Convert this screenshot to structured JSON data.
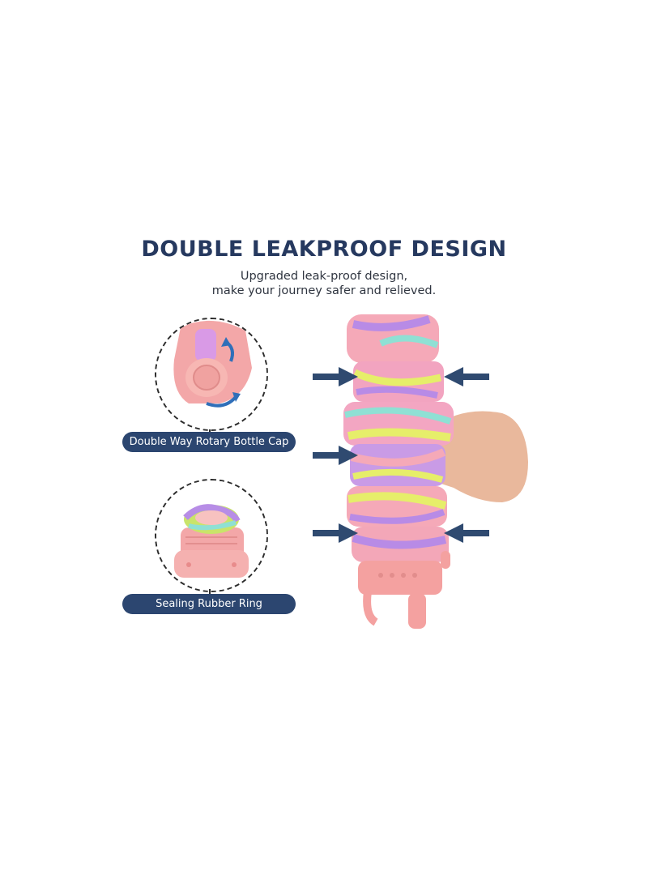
{
  "header": {
    "title": "DOUBLE LEAKPROOF DESIGN",
    "subtitle_line1": "Upgraded leak-proof design,",
    "subtitle_line2": "make your journey safer and relieved."
  },
  "features": [
    {
      "label": "Double Way Rotary Bottle Cap",
      "icon": "rotary-cap-closeup"
    },
    {
      "label": "Sealing Rubber Ring",
      "icon": "rubber-ring-closeup"
    }
  ],
  "colors": {
    "title": "#26395f",
    "pill_background": "#2c4670",
    "arrow": "#2f4a70",
    "bottle_pink": "#f5a9b8",
    "swirl_purple": "#b88be6",
    "swirl_yellow": "#e6ee6a",
    "swirl_teal": "#8fe0d4",
    "cap_salmon": "#f4a1a0"
  }
}
